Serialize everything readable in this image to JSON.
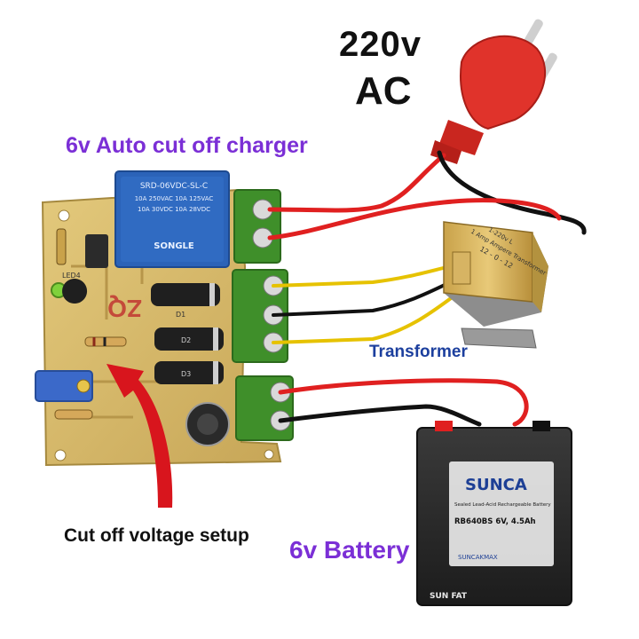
{
  "labels": {
    "voltage": "220v",
    "ac": "AC",
    "charger": "6v Auto cut off charger",
    "transformer": "Transformer",
    "cutoff": "Cut off voltage setup",
    "battery": "6v Battery"
  },
  "relay": {
    "model": "SRD-06VDC-SL-C",
    "rating1": "10A 250VAC 10A 125VAC",
    "rating2": "10A 30VDC 10A 28VDC",
    "brand": "SONGLE"
  },
  "board": {
    "led_label": "LED4",
    "diode_labels": [
      "D1",
      "D2",
      "D3"
    ]
  },
  "transformer": {
    "label1": "1-220v L",
    "label2": "1 Amp Ampere Transformer",
    "label3": "12 - 0 - 12"
  },
  "battery": {
    "brand": "SUNCA",
    "type": "Sealed Lead-Acid Rechargeable Battery",
    "model": "RB640BS  6V, 4.5Ah",
    "maker": "SUN FAT",
    "sub_brand": "SUNCAKMAX"
  },
  "colors": {
    "label_purple": "#7b2fd6",
    "label_blue": "#1c3f9e",
    "pcb": "#d6b96a",
    "terminal_green": "#3f8f2a",
    "relay_blue": "#2b63b8",
    "wire_red": "#e02020",
    "wire_black": "#111111",
    "wire_yellow": "#e6c200",
    "plug_red": "#e0332b",
    "battery_body": "#2a2a2a"
  }
}
